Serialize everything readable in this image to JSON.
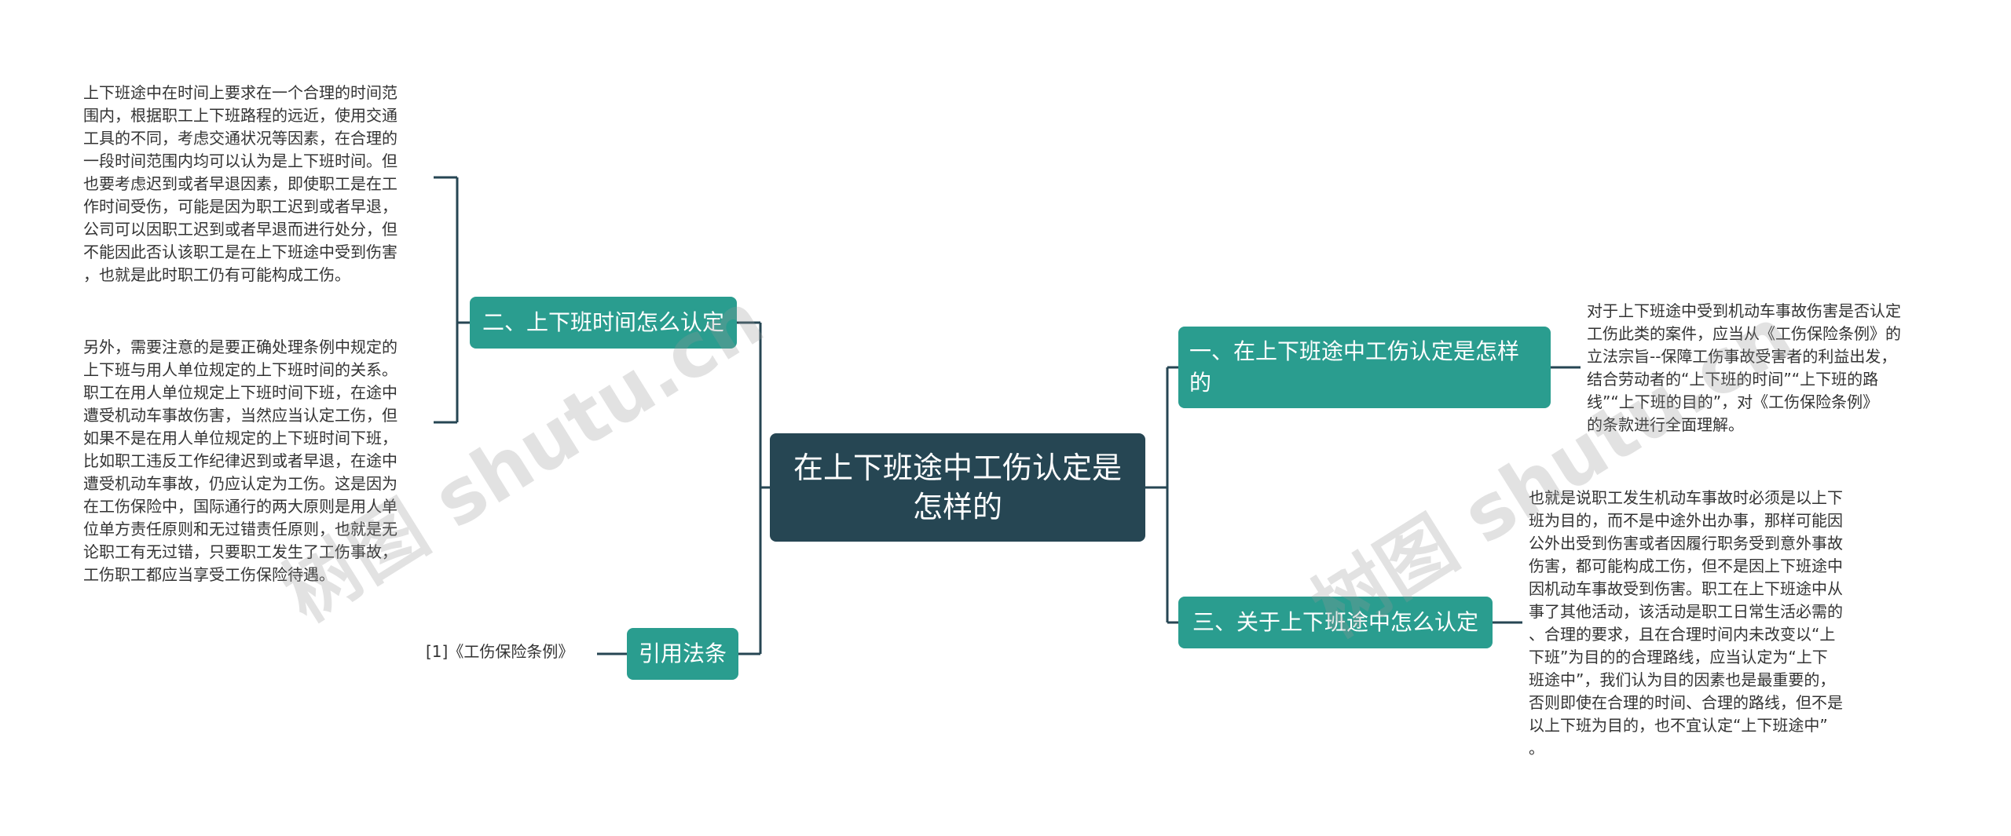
{
  "root": {
    "label": "在上下班途中工伤认定是怎样的"
  },
  "branches": {
    "time": {
      "label": "二、上下班时间怎么认定",
      "leaves": [
        "上下班途中在时间上要求在一个合理的时间范\n围内，根据职工上下班路程的远近，使用交通\n工具的不同，考虑交通状况等因素，在合理的\n一段时间范围内均可以认为是上下班时间。但\n也要考虑迟到或者早退因素，即使职工是在工\n作时间受伤，可能是因为职工迟到或者早退，\n公司可以因职工迟到或者早退而进行处分，但\n不能因此否认该职工是在上下班途中受到伤害\n，也就是此时职工仍有可能构成工伤。",
        "另外，需要注意的是要正确处理条例中规定的\n上下班与用人单位规定的上下班时间的关系。\n职工在用人单位规定上下班时间下班，在途中\n遭受机动车事故伤害，当然应当认定工伤，但\n如果不是在用人单位规定的上下班时间下班，\n比如职工违反工作纪律迟到或者早退，在途中\n遭受机动车事故，仍应认定为工伤。这是因为\n在工伤保险中，国际通行的两大原则是用人单\n位单方责任原则和无过错责任原则，也就是无\n论职工有无过错，只要职工发生了工伤事故，\n工伤职工都应当享受工伤保险待遇。"
      ]
    },
    "law": {
      "label": "引用法条",
      "leaves": [
        "[1]《工伤保险条例》"
      ]
    },
    "first": {
      "label": "一、在上下班途中工伤认定是怎样的",
      "leaves": [
        "对于上下班途中受到机动车事故伤害是否认定\n工伤此类的案件，应当从《工伤保险条例》的\n立法宗旨--保障工伤事故受害者的利益出发，\n结合劳动者的“上下班的时间”“上下班的路\n线”“上下班的目的”，对《工伤保险条例》\n的条款进行全面理解。"
      ]
    },
    "third": {
      "label": "三、关于上下班途中怎么认定",
      "leaves": [
        "也就是说职工发生机动车事故时必须是以上下\n班为目的，而不是中途外出办事，那样可能因\n公外出受到伤害或者因履行职务受到意外事故\n伤害，都可能构成工伤，但不是因上下班途中\n因机动车事故受到伤害。职工在上下班途中从\n事了其他活动，该活动是职工日常生活必需的\n、合理的要求，且在合理时间内未改变以“上\n下班”为目的的合理路线，应当认定为“上下\n班途中”，我们认为目的因素也是最重要的，\n否则即使在合理的时间、合理的路线，但不是\n以上下班为目的，也不宜认定“上下班途中”\n。"
      ]
    }
  },
  "watermark": "树图 shutu.cn",
  "colors": {
    "root": "#264653",
    "branch": "#2a9d8f",
    "line": "#264653",
    "leaf_text": "#333333"
  }
}
